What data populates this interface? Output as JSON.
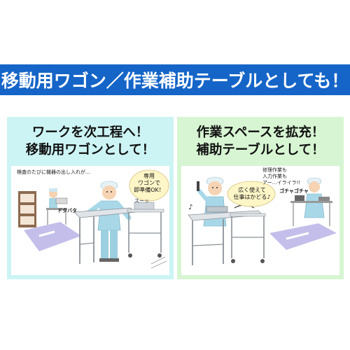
{
  "banner": {
    "title": "移動用ワゴン／作業補助テーブルとしても！",
    "color": "#1565c8"
  },
  "left_panel": {
    "heading_line1": "ワークを次工程へ！",
    "heading_line2": "移動用ワゴンとして！",
    "bg_color": "#cdf4f4",
    "caption": "検査のたびに機器の出し入れが…",
    "sfx_clatter": "ドタバタ",
    "bubble_line1": "専用",
    "bubble_line2": "ワゴンで",
    "bubble_line3": "即準備OK！",
    "sfx_glide": "スーッ"
  },
  "right_panel": {
    "heading_line1": "作業スペースを拡充！",
    "heading_line2": "補助テーブルとして！",
    "bg_color": "#d7f5d2",
    "caption_line1": "修理作業も",
    "caption_line2": "入力作業も",
    "caption_line3": "アー…イライラ!!",
    "sfx_clutter": "ゴチャゴチャ",
    "bubble_line1": "広く使えて",
    "bubble_line2": "仕事はかどる♪"
  }
}
